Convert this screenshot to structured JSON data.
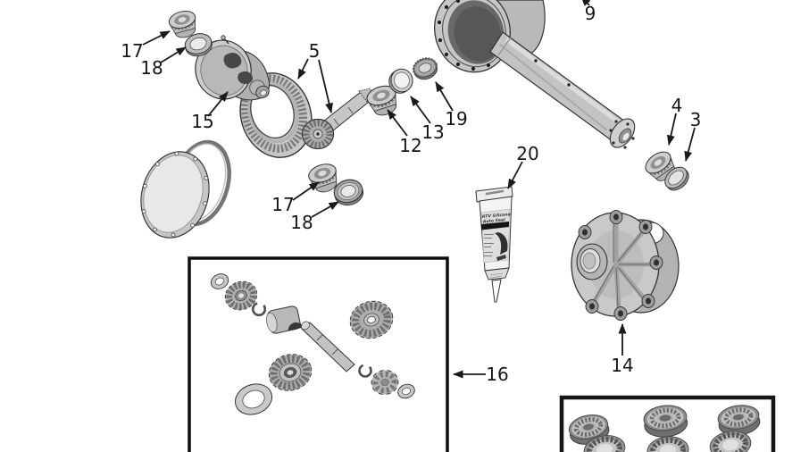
{
  "diagram": {
    "kind": "exploded-parts-diagram",
    "subject": "axle-differential-assembly",
    "background_color": "#ffffff",
    "line_color": "#1a1a1a",
    "part_fill_color": "#c9c9c9",
    "part_shade_color": "#8f8f8f",
    "callouts": [
      {
        "label": "17",
        "target": "inner-pinion-bearing"
      },
      {
        "label": "18",
        "target": "inner-pinion-bearing-race"
      },
      {
        "label": "15",
        "target": "differential-carrier"
      },
      {
        "label": "5",
        "target": "ring-and-pinion-gear-set"
      },
      {
        "label": "12",
        "target": "pinion-bearing"
      },
      {
        "label": "13",
        "target": "bearing-spacer"
      },
      {
        "label": "19",
        "target": "oil-slinger"
      },
      {
        "label": "9",
        "target": "axle-housing"
      },
      {
        "label": "4",
        "target": "outer-pinion-bearing"
      },
      {
        "label": "3",
        "target": "outer-pinion-bearing-race"
      },
      {
        "label": "20",
        "target": "sealant-tube"
      },
      {
        "label": "17",
        "target": "side-bearing"
      },
      {
        "label": "18",
        "target": "side-bearing-race"
      },
      {
        "label": "16",
        "target": "spider-gear-kit-box"
      },
      {
        "label": "14",
        "target": "differential-case"
      }
    ],
    "sealant_tube": {
      "brand_line1": "RTV Silicone",
      "brand_line2": "Auto Seal"
    }
  }
}
